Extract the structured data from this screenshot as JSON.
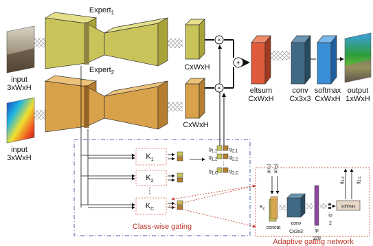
{
  "labels": {
    "expert1": "Expert",
    "expert1_sub": "1",
    "expert2": "Expert",
    "expert2_sub": "2",
    "input1": "input",
    "input1_dim": "3xWxH",
    "input2": "input",
    "input2_dim": "3xWxH",
    "feat1_dim": "CxWxH",
    "feat2_dim": "CxWxH",
    "eltsum": "eltsum",
    "eltsum_dim": "CxWxH",
    "conv": "conv",
    "conv_dim": "Cx3x3",
    "softmax": "softmax",
    "softmax_dim": "CxWxH",
    "output": "output",
    "output_dim": "1xWxH",
    "plus_symbol": "+",
    "times_symbol": "×",
    "k1": "K",
    "k1_sub": "1",
    "k2": "K",
    "k2_sub": "2",
    "kc": "K",
    "kc_sub": "C",
    "vdots": "⋮",
    "class_gating": "Class-wise gating",
    "adaptive_gating": "Adaptive gating network",
    "g_rows": [
      {
        "left": "g",
        "left_sub": "1,1",
        "right": "g",
        "right_sub": "2,1"
      },
      {
        "left": "g",
        "left_sub": "1,2",
        "right": "g",
        "right_sub": "2,2"
      },
      {
        "left": "g",
        "left_sub": "1,C",
        "right": "g",
        "right_sub": "2,C"
      }
    ],
    "ag_kc": "K",
    "ag_kc_sub": "c",
    "ag_p1": "p(x",
    "ag_p1_sub": "1",
    "ag_p2": "p(x",
    "ag_p2_sub": "2",
    "ag_concat": "concat",
    "ag_conv": "conv",
    "ag_conv_dim": "Cx3x3",
    "ag_ip128": "ip",
    "ag_ip128_dim": "128",
    "ag_ip2": "ip",
    "ag_ip2_dim": "2",
    "ag_softmax": "softmax",
    "ag_g1": "g",
    "ag_g1_sub": "1,c",
    "ag_g2": "g",
    "ag_g2_sub": "2,c"
  },
  "colors": {
    "expert1": "#c9c45a",
    "expert2": "#d9a24a",
    "eltsum": "#e05a3c",
    "conv": "#3f6a86",
    "softmax": "#3a8fd6",
    "dashed_blue": "#4a5fa8",
    "dashed_red": "#d55a4a"
  }
}
